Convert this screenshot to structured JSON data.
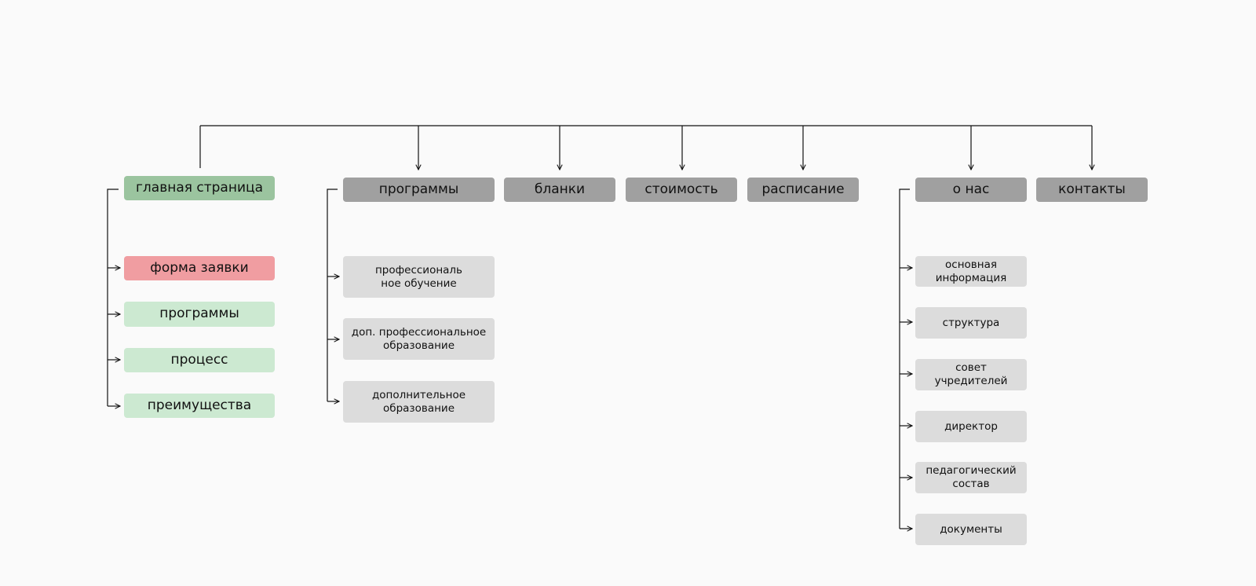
{
  "sitemap": {
    "home": {
      "label": "главная страница",
      "color": "#9bc49f",
      "sections": [
        {
          "label": "форма заявки",
          "color": "#f09da1"
        },
        {
          "label": "программы",
          "color": "#cce9d1"
        },
        {
          "label": "процесс",
          "color": "#cce9d1"
        },
        {
          "label": "преимущества",
          "color": "#cce9d1"
        }
      ]
    },
    "pages": [
      {
        "label": "программы",
        "children": [
          "профессиональ\nное обучение",
          "доп. профессиональное\nобразование",
          "дополнительное\nобразование"
        ]
      },
      {
        "label": "бланки",
        "children": []
      },
      {
        "label": "стоимость",
        "children": []
      },
      {
        "label": "расписание",
        "children": []
      },
      {
        "label": "о нас",
        "children": [
          "основная\nинформация",
          "структура",
          "совет\nучредителей",
          "директор",
          "педагогический\nсостав",
          "документы"
        ]
      },
      {
        "label": "контакты",
        "children": []
      }
    ],
    "colors": {
      "page_node": "#a0a0a0",
      "child_node": "#dcdcdc",
      "home_section": "#cce9d1",
      "highlight_section": "#f09da1",
      "connector": "#111111",
      "background": "#fafafa"
    }
  }
}
